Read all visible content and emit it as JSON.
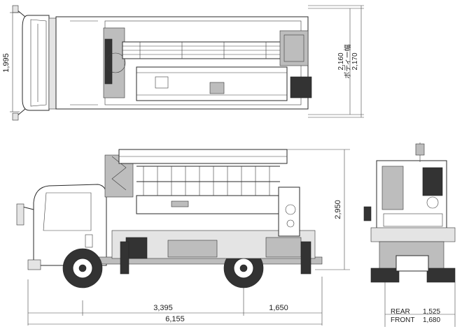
{
  "dimensions": {
    "top_view_width": "1,995",
    "overall_width": "2,160",
    "body_width_label": "ボディー幅",
    "body_width": "2,170",
    "overall_height": "2,950",
    "wheelbase": "3,395",
    "rear_overhang": "1,650",
    "overall_length": "6,155",
    "rear_tread_label": "REAR",
    "rear_tread": "1,525",
    "front_tread_label": "FRONT",
    "front_tread": "1,680"
  },
  "colors": {
    "line": "#2a2a2a",
    "background": "#ffffff"
  }
}
